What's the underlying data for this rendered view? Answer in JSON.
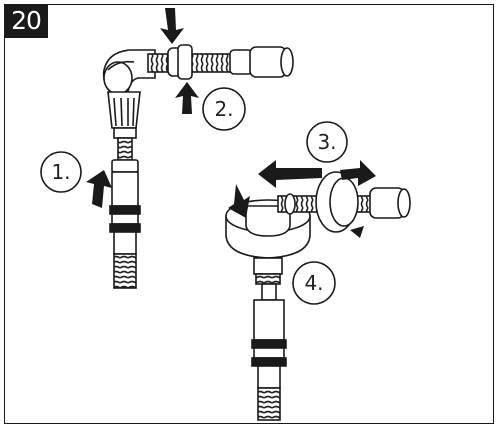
{
  "step_number": "20",
  "callouts": [
    {
      "label": "1."
    },
    {
      "label": "2."
    },
    {
      "label": "3."
    },
    {
      "label": "4."
    }
  ],
  "colors": {
    "ink": "#1a1a1a",
    "frame": "#1a1a1a",
    "background": "#ffffff"
  }
}
